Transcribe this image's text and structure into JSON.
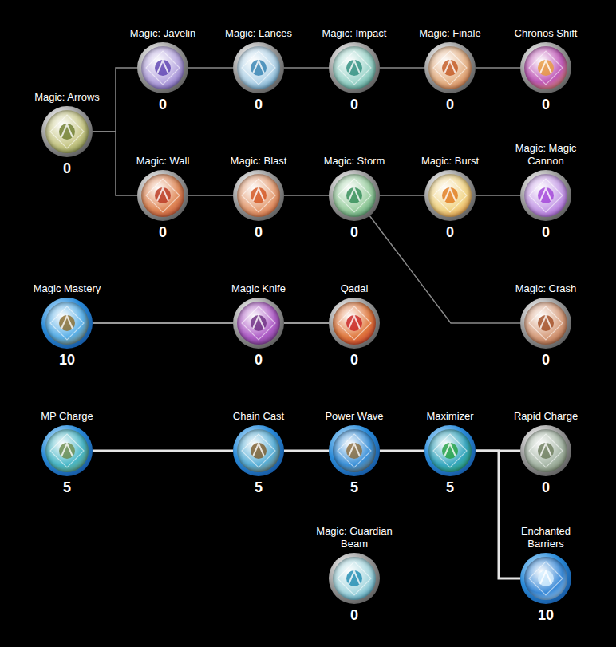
{
  "diagram": {
    "nodes": [
      {
        "text": [
          "Magic: Arrows",
          "0"
        ]
      },
      {
        "text": [
          "Magic: Javelin",
          "0"
        ]
      },
      {
        "text": [
          "Magic: Lances",
          "0"
        ]
      },
      {
        "text": [
          "Magic: Impact",
          "0"
        ]
      },
      {
        "text": [
          "Magic: Finale",
          "0"
        ]
      },
      {
        "text": [
          "Chronos Shift",
          "0"
        ]
      },
      {
        "text": [
          "Magic: Wall",
          "0"
        ]
      },
      {
        "text": [
          "Magic: Blast",
          "0"
        ]
      },
      {
        "text": [
          "Magic: Storm",
          "0"
        ]
      },
      {
        "text": [
          "Magic: Burst",
          "0"
        ]
      },
      {
        "text": [
          "Magic: Magic Cannon",
          "0"
        ]
      },
      {
        "text": [
          "Magic Mastery",
          "10"
        ]
      },
      {
        "text": [
          "Magic Knife",
          "0"
        ]
      },
      {
        "text": [
          "Qadal",
          "0"
        ]
      },
      {
        "text": [
          "Magic: Crash",
          "0"
        ]
      },
      {
        "text": [
          "MP Charge",
          "5"
        ]
      },
      {
        "text": [
          "Chain Cast",
          "5"
        ]
      },
      {
        "text": [
          "Power Wave",
          "5"
        ]
      },
      {
        "text": [
          "Maximizer",
          "5"
        ]
      },
      {
        "text": [
          "Rapid Charge",
          "0"
        ]
      },
      {
        "text": [
          "Magic: Guardian Beam",
          "0"
        ]
      },
      {
        "text": [
          "Enchanted Barriers",
          "10"
        ]
      }
    ],
    "edges": [
      {
        "from": 0,
        "to": 1,
        "arrow": "none"
      },
      {
        "from": 0,
        "to": 6,
        "arrow": "none"
      },
      {
        "from": 1,
        "to": 2,
        "arrow": "none"
      },
      {
        "from": 2,
        "to": 3,
        "arrow": "none"
      },
      {
        "from": 3,
        "to": 4,
        "arrow": "none"
      },
      {
        "from": 4,
        "to": 5,
        "arrow": "none"
      },
      {
        "from": 6,
        "to": 7,
        "arrow": "none"
      },
      {
        "from": 7,
        "to": 8,
        "arrow": "none"
      },
      {
        "from": 8,
        "to": 9,
        "arrow": "none"
      },
      {
        "from": 9,
        "to": 10,
        "arrow": "none"
      },
      {
        "from": 8,
        "to": 14,
        "arrow": "none"
      },
      {
        "from": 11,
        "to": 12,
        "arrow": "none"
      },
      {
        "from": 12,
        "to": 13,
        "arrow": "none"
      },
      {
        "from": 15,
        "to": 16,
        "arrow": "none"
      },
      {
        "from": 16,
        "to": 17,
        "arrow": "none"
      },
      {
        "from": 17,
        "to": 18,
        "arrow": "none"
      },
      {
        "from": 18,
        "to": 19,
        "arrow": "none"
      },
      {
        "from": 18,
        "to": 21,
        "arrow": "none"
      }
    ]
  }
}
